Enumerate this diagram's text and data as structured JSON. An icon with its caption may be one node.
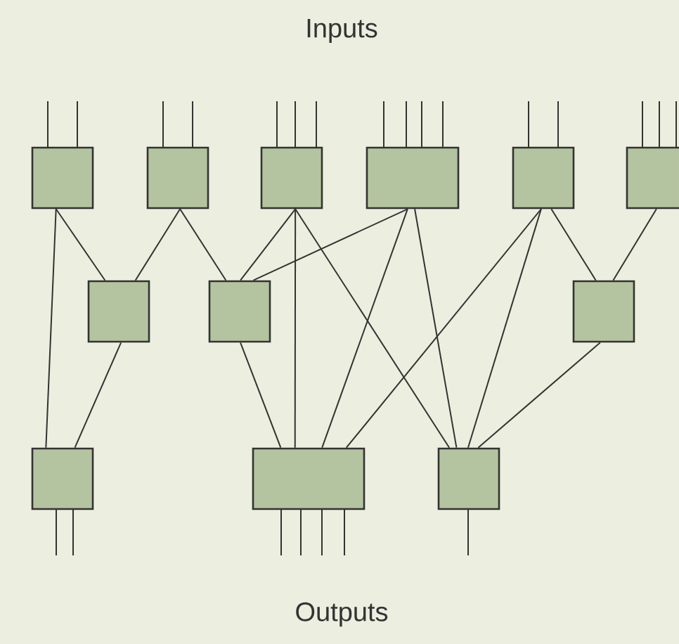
{
  "diagram": {
    "nodes": [
      {
        "text": [],
        "shape": "box"
      },
      {
        "text": [],
        "shape": "box"
      },
      {
        "text": [],
        "shape": "box"
      },
      {
        "text": [],
        "shape": "box"
      },
      {
        "text": [],
        "shape": "box"
      },
      {
        "text": [],
        "shape": "box"
      },
      {
        "text": [],
        "shape": "box"
      },
      {
        "text": [],
        "shape": "box"
      },
      {
        "text": [],
        "shape": "box"
      },
      {
        "text": [],
        "shape": "box"
      },
      {
        "text": [],
        "shape": "box"
      },
      {
        "text": [],
        "shape": "box"
      }
    ],
    "edges": [
      {
        "from": 0,
        "to": 9,
        "arrow": "none"
      },
      {
        "from": 0,
        "to": 6,
        "arrow": "none"
      },
      {
        "from": 1,
        "to": 6,
        "arrow": "none"
      },
      {
        "from": 1,
        "to": 7,
        "arrow": "none"
      },
      {
        "from": 2,
        "to": 7,
        "arrow": "none"
      },
      {
        "from": 2,
        "to": 10,
        "arrow": "none"
      },
      {
        "from": 2,
        "to": 11,
        "arrow": "none"
      },
      {
        "from": 3,
        "to": 7,
        "arrow": "none"
      },
      {
        "from": 3,
        "to": 10,
        "arrow": "none"
      },
      {
        "from": 3,
        "to": 11,
        "arrow": "none"
      },
      {
        "from": 4,
        "to": 10,
        "arrow": "none"
      },
      {
        "from": 4,
        "to": 11,
        "arrow": "none"
      },
      {
        "from": 4,
        "to": 8,
        "arrow": "none"
      },
      {
        "from": 5,
        "to": 8,
        "arrow": "none"
      },
      {
        "from": 6,
        "to": 9,
        "arrow": "none"
      },
      {
        "from": 7,
        "to": 10,
        "arrow": "none"
      },
      {
        "from": 8,
        "to": 11,
        "arrow": "none"
      }
    ],
    "labels": [
      "Inputs",
      "Outputs"
    ]
  }
}
